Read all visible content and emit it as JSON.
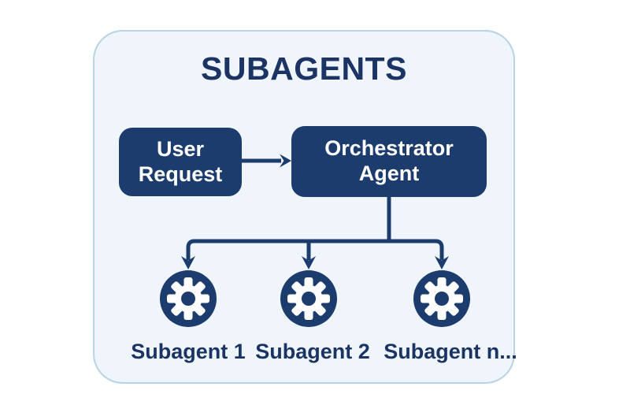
{
  "colors": {
    "navy": "#1d3c6e",
    "panel_bg": "#eff5fa",
    "panel_border": "#b8d3e6",
    "text": "#1b3464",
    "page_bg": "#ffffff",
    "node_text": "#ffffff"
  },
  "diagram": {
    "title": "SUBAGENTS",
    "nodes": {
      "user_request": {
        "label": "User Request"
      },
      "orchestrator": {
        "label": "Orchestrator Agent"
      }
    },
    "subagents": [
      {
        "label": "Subagent 1",
        "icon": "gear-icon"
      },
      {
        "label": "Subagent 2",
        "icon": "gear-icon"
      },
      {
        "label": "Subagent n...",
        "icon": "gear-icon"
      }
    ]
  }
}
